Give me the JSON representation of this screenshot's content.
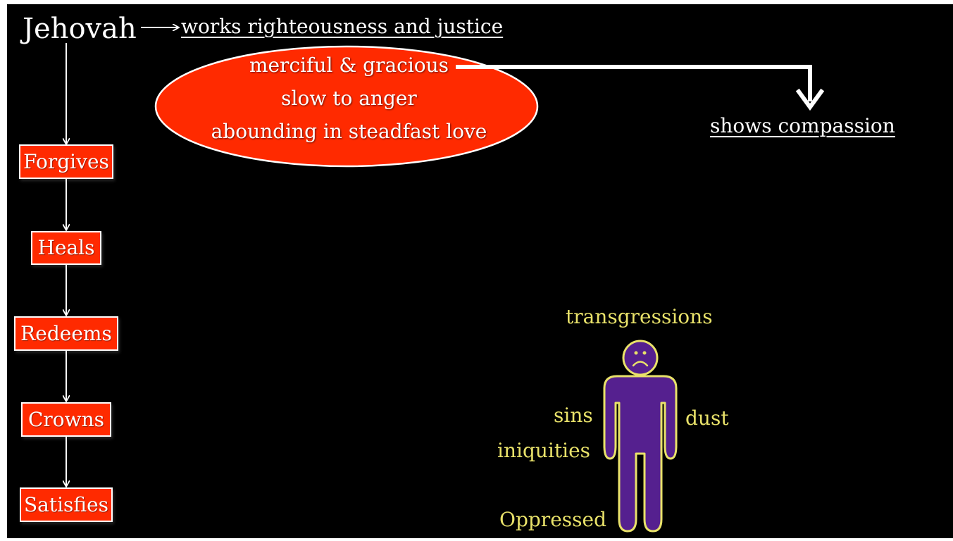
{
  "title": "Jehovah",
  "works_label": "works righteousness and justice",
  "attributes": [
    "merciful & gracious",
    "slow to anger",
    "abounding in steadfast love"
  ],
  "shows_label": "shows compassion",
  "actions": [
    "Forgives",
    "Heals",
    "Redeems",
    "Crowns",
    "Satisfies"
  ],
  "person": {
    "top": "transgressions",
    "left_upper": "sins",
    "left_lower": "iniquities",
    "right": "dust",
    "bottom": "Oppressed"
  },
  "colors": {
    "background": "#000000",
    "box_fill": "#ff2a00",
    "ellipse_fill": "#ff2a00",
    "person_fill": "#55208f",
    "person_outline": "#e9e26a",
    "label_yellow": "#e9e26a",
    "text": "#ffffff"
  },
  "icons": {
    "face": "sad-face-icon"
  }
}
